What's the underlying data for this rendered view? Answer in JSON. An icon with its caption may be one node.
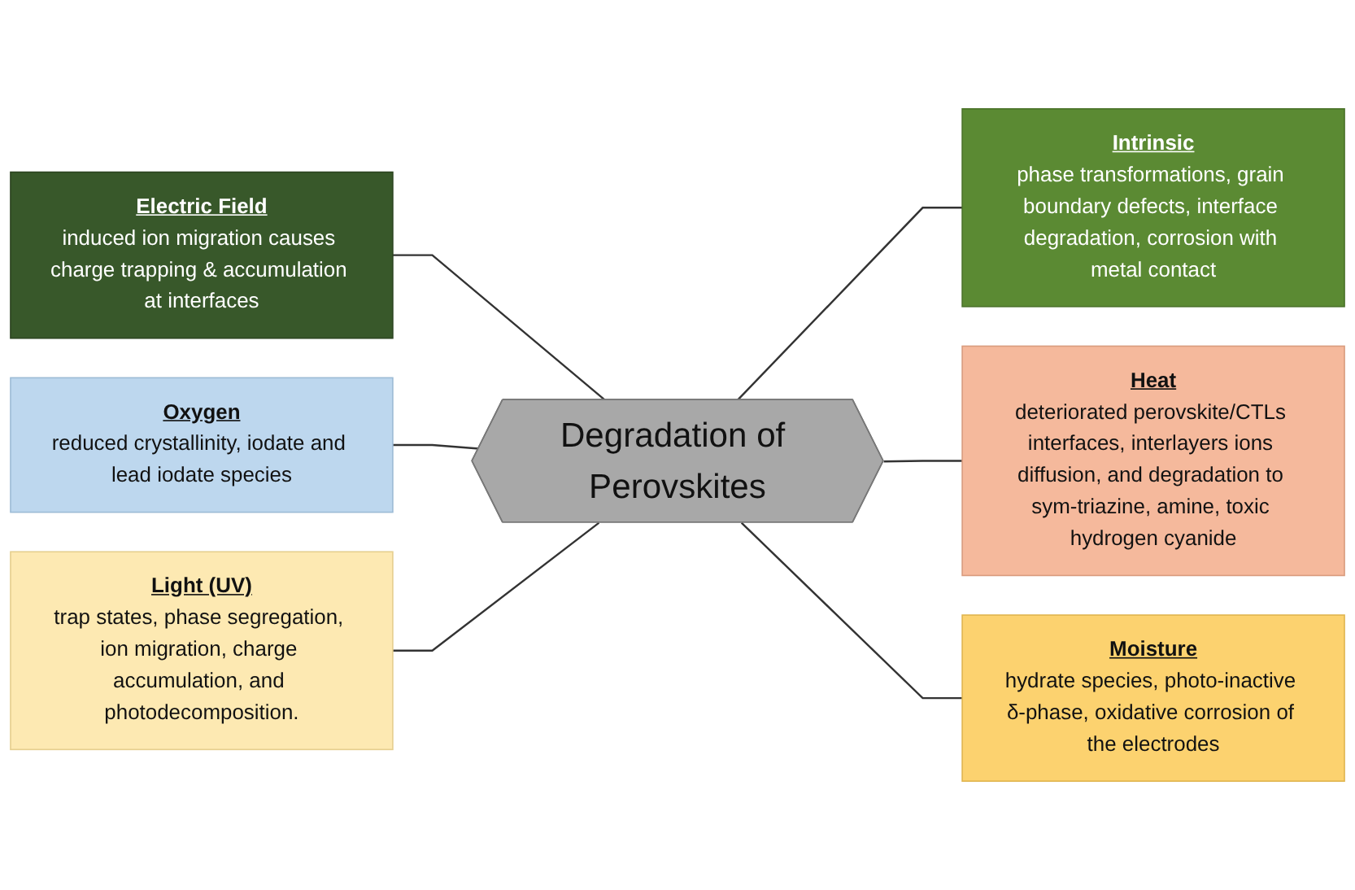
{
  "diagram": {
    "nodes": [
      {
        "text": [
          "Electric Field",
          "induced ion migration causes charge trapping & accumulation at interfaces"
        ]
      },
      {
        "text": [
          "Intrinsic",
          "phase transformations, grain boundary defects, interface degradation, corrosion with metal contact"
        ]
      },
      {
        "text": [
          "Degradation of Perovskites"
        ]
      },
      {
        "text": [
          "Oxygen",
          "reduced crystallinity, iodate and lead iodate species"
        ]
      },
      {
        "text": [
          "Heat",
          "deteriorated perovskite/CTLs interfaces, interlayers ions diffusion, and degradation to sym-triazine, amine, toxic hydrogen cyanide"
        ]
      },
      {
        "text": [
          "Light (UV)",
          "trap states, phase segregation, ion migration, charge accumulation, and photodecomposition."
        ]
      },
      {
        "text": [
          "Moisture",
          "hydrate species, photo-inactive δ-phase, oxidative corrosion of the electrodes"
        ]
      }
    ],
    "edges": [
      {
        "from": 0,
        "to": 2,
        "arrow": "none"
      },
      {
        "from": 2,
        "to": 1,
        "arrow": "none"
      },
      {
        "from": 3,
        "to": 2,
        "arrow": "none"
      },
      {
        "from": 2,
        "to": 4,
        "arrow": "none"
      },
      {
        "from": 5,
        "to": 2,
        "arrow": "none"
      },
      {
        "from": 2,
        "to": 6,
        "arrow": "none"
      }
    ]
  }
}
